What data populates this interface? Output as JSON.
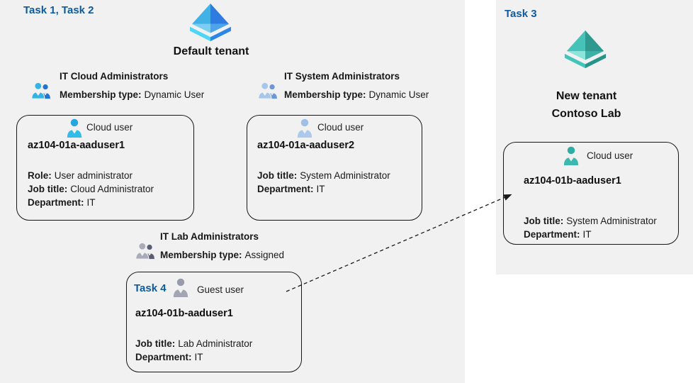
{
  "colors": {
    "panel_bg": "#f1f1f2",
    "task_label_blue": "#0d5a9e",
    "text": "#1a1a1a",
    "card_border": "#17171a",
    "azure_tenant_blue_light": "#41b2e8",
    "azure_tenant_blue_dark": "#2e7ce2",
    "azure_tenant_teal_light": "#46c2b8",
    "azure_tenant_teal_dark": "#2d998f",
    "cloud_user_cyan": "#2cb0e5",
    "cloud_user_steel_blue": "#a6c6ea",
    "guest_user_gray": "#9fa2b0",
    "cloud_user_teal": "#38b2a8"
  },
  "left_panel": {
    "task_label": "Task 1, Task 2",
    "tenant_icon": "azure-ad-tenant-icon",
    "tenant_name": "Default tenant"
  },
  "right_panel": {
    "task_label": "Task 3",
    "tenant_icon": "azure-ad-tenant-icon",
    "tenant_name_line1": "New tenant",
    "tenant_name_line2": "Contoso Lab"
  },
  "groups": [
    {
      "icon": "group-users-icon",
      "name": "IT Cloud Administrators",
      "membership_label": "Membership type:",
      "membership_value": "Dynamic User"
    },
    {
      "icon": "group-users-icon",
      "name": "IT System Administrators",
      "membership_label": "Membership type:",
      "membership_value": "Dynamic User"
    },
    {
      "icon": "group-users-icon",
      "name": "IT Lab Administrators",
      "membership_label": "Membership type:",
      "membership_value": "Assigned"
    }
  ],
  "cards": [
    {
      "icon": "cloud-user-icon",
      "user_type": "Cloud user",
      "name": "az104-01a-aaduser1",
      "fields": [
        {
          "label": "Role:",
          "value": "User administrator"
        },
        {
          "label": "Job title:",
          "value": "Cloud Administrator"
        },
        {
          "label": "Department:",
          "value": "IT"
        }
      ]
    },
    {
      "icon": "cloud-user-icon",
      "user_type": "Cloud user",
      "name": "az104-01a-aaduser2",
      "fields": [
        {
          "label": "Job title:",
          "value": "System Administrator"
        },
        {
          "label": "Department:",
          "value": "IT"
        }
      ]
    },
    {
      "task_label": "Task 4",
      "icon": "guest-user-icon",
      "user_type": "Guest user",
      "name": "az104-01b-aaduser1",
      "fields": [
        {
          "label": "Job title:",
          "value": "Lab Administrator"
        },
        {
          "label": "Department:",
          "value": "IT"
        }
      ]
    },
    {
      "icon": "cloud-user-icon",
      "user_type": "Cloud user",
      "name": "az104-01b-aaduser1",
      "fields": [
        {
          "label": "Job title:",
          "value": "System Administrator"
        },
        {
          "label": "Department:",
          "value": "IT"
        }
      ]
    }
  ],
  "arrow": {
    "style": "dashed",
    "from": "guest-user-card",
    "to": "new-tenant-cloud-user-card"
  }
}
